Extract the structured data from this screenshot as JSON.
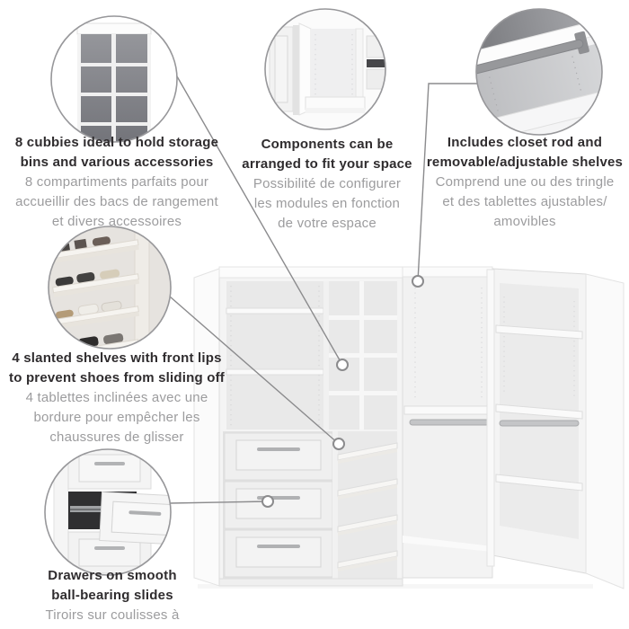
{
  "colors": {
    "background": "#ffffff",
    "connector_line": "#8b8b8d",
    "text_primary": "#2f2c2e",
    "text_secondary": "#9c9c9e",
    "product_white": "#f4f4f4",
    "cubby_interior_dark": "#7f8084",
    "rod_gray": "#c4c5c7"
  },
  "annotations": [
    {
      "id": "cubbies",
      "vignette": "cubby-bookcase-closeup",
      "en": "8 cubbies ideal to hold storage\nbins and various accessories",
      "fr": "8 compartiments parfaits pour\naccueillir des bacs de rangement\net divers accessoires"
    },
    {
      "id": "components",
      "vignette": "open-closet-module-closeup",
      "en": "Components can be\narranged to fit your space",
      "fr": "Possibilité de configurer\nles modules en fonction\nde votre espace"
    },
    {
      "id": "closet-rod",
      "vignette": "closet-rod-under-shelf-closeup",
      "en": "Includes closet rod and\nremovable/adjustable shelves",
      "fr": "Comprend une ou des tringle\net des tablettes ajustables/\namovibles"
    },
    {
      "id": "shoe-shelves",
      "vignette": "slanted-shoe-shelves-closeup",
      "en": "4 slanted shelves with front lips\nto prevent shoes from sliding off",
      "fr": "4 tablettes inclinées avec une\nbordure pour empêcher les\nchaussures de glisser"
    },
    {
      "id": "drawers",
      "vignette": "open-drawer-ball-bearing-slide-closeup",
      "en": "Drawers on smooth\nball-bearing slides",
      "fr": "Tiroirs sur coulisses à\nroulement à billes fluides"
    }
  ]
}
